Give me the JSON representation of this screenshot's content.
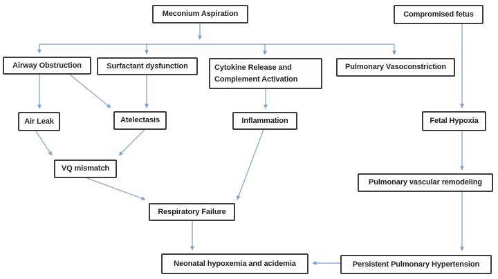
{
  "diagram": {
    "title": "Meconium Aspiration pathophysiology flowchart",
    "nodes": {
      "meconium_aspiration": {
        "label": "Meconium Aspiration"
      },
      "compromised_fetus": {
        "label": "Compromised fetus"
      },
      "airway_obstruction": {
        "label": "Airway Obstruction"
      },
      "surfactant_dysfunction": {
        "label": "Surfactant dysfunction"
      },
      "cytokine_release": {
        "label": "Cytokine Release and Complement Activation"
      },
      "pulmonary_vasoconstriction": {
        "label": "Pulmonary Vasoconstriction"
      },
      "air_leak": {
        "label": "Air Leak"
      },
      "atelectasis": {
        "label": "Atelectasis"
      },
      "inflammation": {
        "label": "Inflammation"
      },
      "fetal_hypoxia": {
        "label": "Fetal Hypoxia"
      },
      "vq_mismatch": {
        "label": "VQ mismatch"
      },
      "pulmonary_vascular_remodeling": {
        "label": "Pulmonary vascular remodeling"
      },
      "respiratory_failure": {
        "label": "Respiratory Failure"
      },
      "neonatal_hypoxemia": {
        "label": "Neonatal hypoxemia and acidemia"
      },
      "persistent_pulmonary_hypertension": {
        "label": "Persistent Pulmonary Hypertension"
      }
    },
    "edges": [
      {
        "from": "Meconium Aspiration",
        "to": "Airway Obstruction"
      },
      {
        "from": "Meconium Aspiration",
        "to": "Surfactant dysfunction"
      },
      {
        "from": "Meconium Aspiration",
        "to": "Cytokine Release and Complement Activation"
      },
      {
        "from": "Meconium Aspiration",
        "to": "Pulmonary Vasoconstriction"
      },
      {
        "from": "Compromised fetus",
        "to": "Fetal Hypoxia"
      },
      {
        "from": "Airway Obstruction",
        "to": "Air Leak"
      },
      {
        "from": "Airway Obstruction",
        "to": "Atelectasis"
      },
      {
        "from": "Surfactant dysfunction",
        "to": "Atelectasis"
      },
      {
        "from": "Cytokine Release and Complement Activation",
        "to": "Inflammation"
      },
      {
        "from": "Air Leak",
        "to": "VQ mismatch"
      },
      {
        "from": "Atelectasis",
        "to": "VQ mismatch"
      },
      {
        "from": "VQ mismatch",
        "to": "Respiratory Failure"
      },
      {
        "from": "Inflammation",
        "to": "Respiratory Failure"
      },
      {
        "from": "Fetal Hypoxia",
        "to": "Pulmonary vascular remodeling"
      },
      {
        "from": "Pulmonary vascular remodeling",
        "to": "Persistent Pulmonary Hypertension"
      },
      {
        "from": "Respiratory Failure",
        "to": "Neonatal hypoxemia and acidemia"
      },
      {
        "from": "Persistent Pulmonary Hypertension",
        "to": "Neonatal hypoxemia and acidemia"
      }
    ],
    "colors": {
      "connector": "#8fabd1",
      "box_border": "#3d3d3d",
      "text": "#1f1f1f",
      "background": "#ffffff"
    }
  }
}
